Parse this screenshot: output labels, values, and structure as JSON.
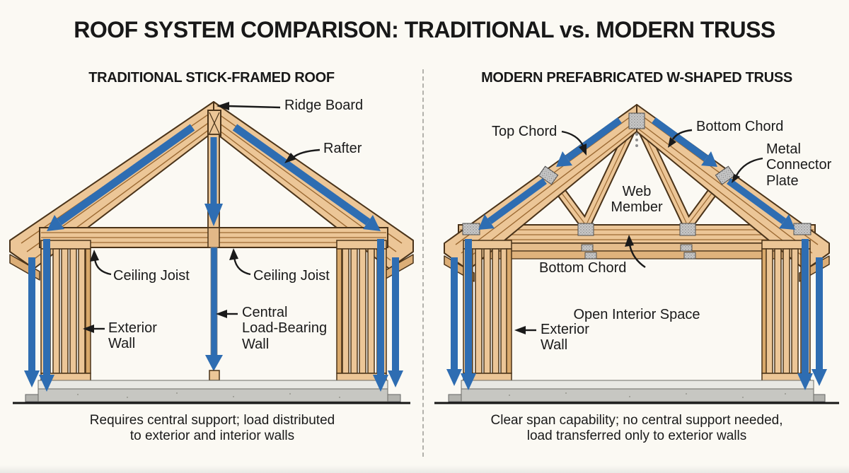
{
  "title": "ROOF SYSTEM COMPARISON: TRADITIONAL vs. MODERN TRUSS",
  "left": {
    "heading": "TRADITIONAL STICK-FRAMED ROOF",
    "labels": {
      "ridge_board": "Ridge Board",
      "rafter": "Rafter",
      "ceiling_joist_left": "Ceiling Joist",
      "ceiling_joist_right": "Ceiling Joist",
      "exterior_wall": "Exterior\nWall",
      "central_wall": "Central\nLoad-Bearing\nWall"
    },
    "caption": "Requires central support; load distributed\nto exterior and interior walls"
  },
  "right": {
    "heading": "MODERN PREFABRICATED W-SHAPED TRUSS",
    "labels": {
      "top_chord": "Top Chord",
      "bottom_chord_upper": "Bottom Chord",
      "metal_connector_plate": "Metal\nConnector\nPlate",
      "web_member": "Web\nMember",
      "bottom_chord_lower": "Bottom Chord",
      "open_interior_space": "Open Interior Space",
      "exterior_wall": "Exterior\nWall"
    },
    "caption": "Clear span capability; no central support needed,\nload transferred only to exterior walls"
  },
  "colors": {
    "background": "#fbf9f3",
    "wood": "#ecc697",
    "wood_grain": "#9c6a33",
    "wood_outline": "#4a3319",
    "load_arrow_blue": "#2e6db2",
    "metal_plate_gray": "#c8c8c8",
    "concrete_gray": "#c7c7c2",
    "text": "#1a1a1a"
  }
}
